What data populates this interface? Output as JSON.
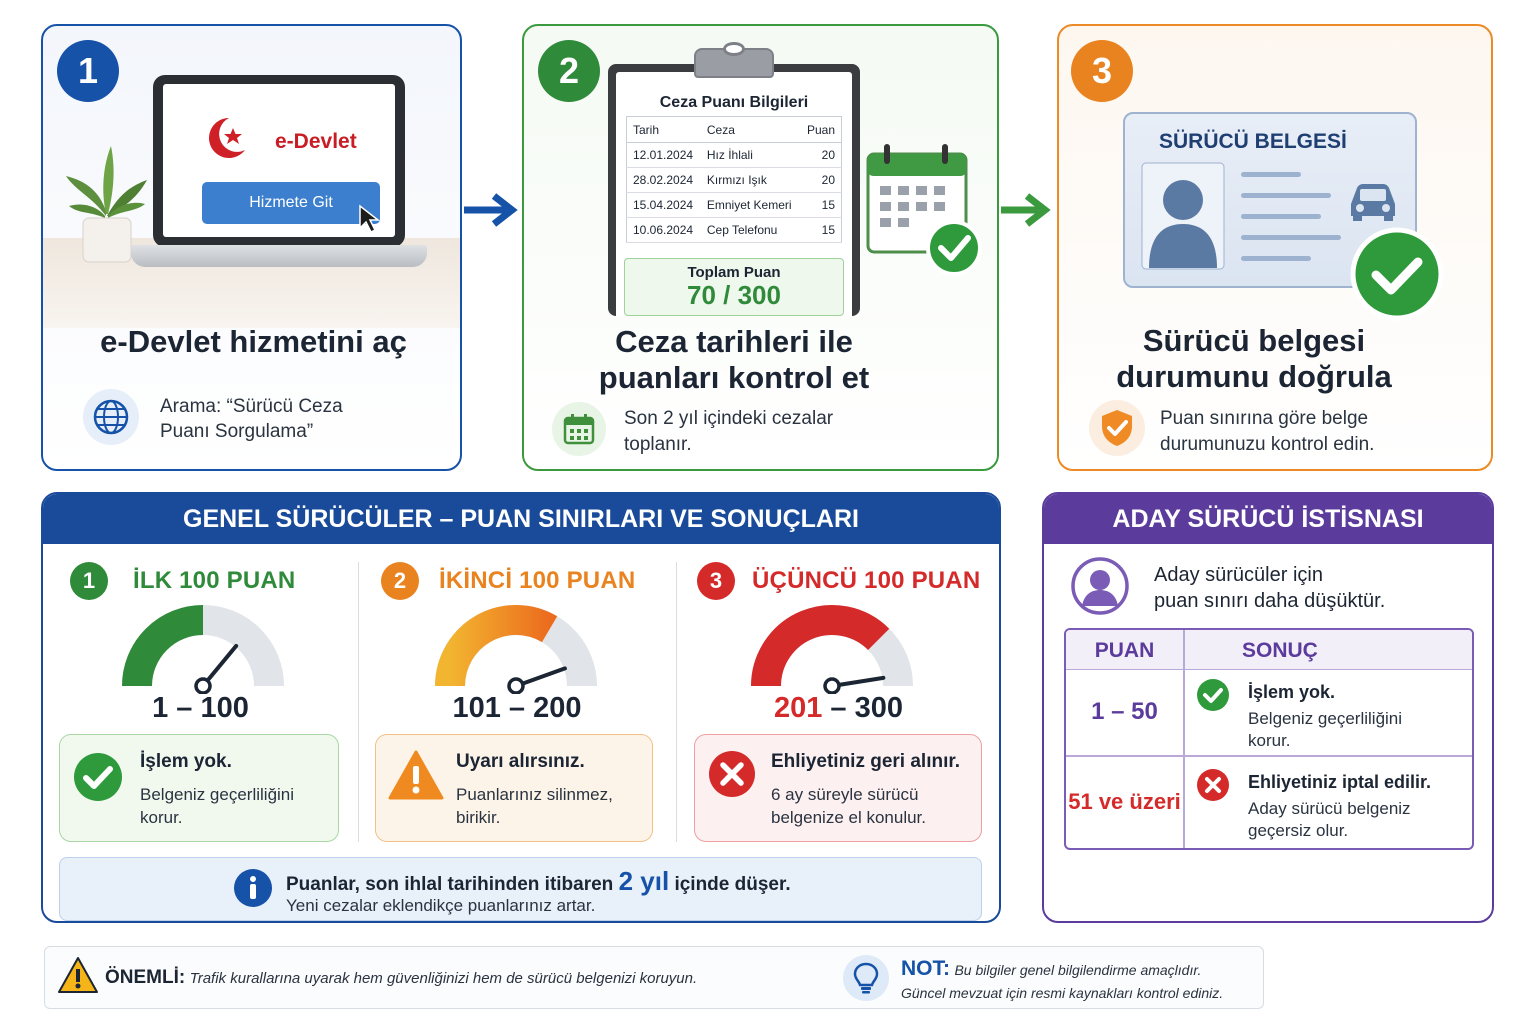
{
  "colors": {
    "blue": "#1552a8",
    "green": "#2f8a3a",
    "orange": "#e9831f",
    "red": "#d42a2a",
    "purple": "#5b3c9c"
  },
  "step1": {
    "number": "1",
    "laptop_brand": "e-Devlet",
    "laptop_button": "Hizmete Git",
    "title": "e-Devlet hizmetini aç",
    "hint_line1": "Arama: “Sürücü Ceza",
    "hint_line2": "Puanı Sorgulama”",
    "hint_icon": "globe-icon"
  },
  "step2": {
    "number": "2",
    "clipboard_title": "Ceza Puanı Bilgileri",
    "table_headers": [
      "Tarih",
      "Ceza",
      "Puan"
    ],
    "table_rows": [
      [
        "12.01.2024",
        "Hız İhlali",
        "20"
      ],
      [
        "28.02.2024",
        "Kırmızı Işık",
        "20"
      ],
      [
        "15.04.2024",
        "Emniyet Kemeri",
        "15"
      ],
      [
        "10.06.2024",
        "Cep Telefonu",
        "15"
      ]
    ],
    "total_label": "Toplam Puan",
    "total_value": "70 / 300",
    "title_line1": "Ceza tarihleri ile",
    "title_line2": "puanları kontrol et",
    "hint_line1": "Son 2 yıl içindeki cezalar",
    "hint_line2": "toplanır.",
    "hint_icon": "calendar-icon"
  },
  "step3": {
    "number": "3",
    "license_title": "SÜRÜCÜ BELGESİ",
    "title_line1": "Sürücü belgesi",
    "title_line2": "durumunu doğrula",
    "hint_line1": "Puan sınırına göre belge",
    "hint_line2": "durumunuzu kontrol edin.",
    "hint_icon": "shield-check-icon"
  },
  "general": {
    "header": "GENEL SÜRÜCÜLER – PUAN SINIRLARI VE SONUÇLARI",
    "tiers": [
      {
        "number": "1",
        "title": "İLK 100 PUAN",
        "range_start": "1",
        "range_sep": " – ",
        "range_end": "100",
        "gauge_fill": 0.5,
        "result_title": "İşlem yok.",
        "result_line1": "Belgeniz geçerliliğini",
        "result_line2": "korur.",
        "icon": "check-circle-icon"
      },
      {
        "number": "2",
        "title": "İKİNCİ 100 PUAN",
        "range_start": "101",
        "range_sep": " – ",
        "range_end": "200",
        "gauge_fill": 0.67,
        "result_title": "Uyarı alırsınız.",
        "result_line1": "Puanlarınız silinmez,",
        "result_line2": "birikir.",
        "icon": "warning-icon"
      },
      {
        "number": "3",
        "title": "ÜÇÜNCÜ 100 PUAN",
        "range_start": "201",
        "range_sep": " – ",
        "range_end": "300",
        "gauge_fill": 0.75,
        "result_title": "Ehliyetiniz geri alınır.",
        "result_line1": "6 ay süreyle sürücü",
        "result_line2": "belgenize el konulur.",
        "icon": "x-circle-icon"
      }
    ],
    "info_pre": "Puanlar, son ihlal tarihinden itibaren ",
    "info_emph": "2 yıl",
    "info_post": " içinde düşer.",
    "info_line2": "Yeni cezalar eklendikçe puanlarınız artar."
  },
  "candidate": {
    "header": "ADAY SÜRÜCÜ İSTİSNASI",
    "intro_line1": "Aday sürücüler için",
    "intro_line2": "puan sınırı daha düşüktür.",
    "col_points": "PUAN",
    "col_result": "SONUÇ",
    "rows": [
      {
        "points": "1 – 50",
        "title": "İşlem yok.",
        "line1": "Belgeniz geçerliliğini",
        "line2": "korur.",
        "icon": "check-circle-icon"
      },
      {
        "points": "51 ve üzeri",
        "title": "Ehliyetiniz iptal edilir.",
        "line1": "Aday sürücü belgeniz",
        "line2": "geçersiz olur.",
        "icon": "x-circle-icon"
      }
    ]
  },
  "footer": {
    "important_label": "ÖNEMLİ:",
    "important_text": "Trafik kurallarına uyarak hem güvenliğinizi hem de sürücü belgenizi koruyun.",
    "note_label": "NOT:",
    "note_line1": "Bu bilgiler genel bilgilendirme amaçlıdır.",
    "note_line2": "Güncel mevzuat için resmi kaynakları kontrol ediniz."
  }
}
